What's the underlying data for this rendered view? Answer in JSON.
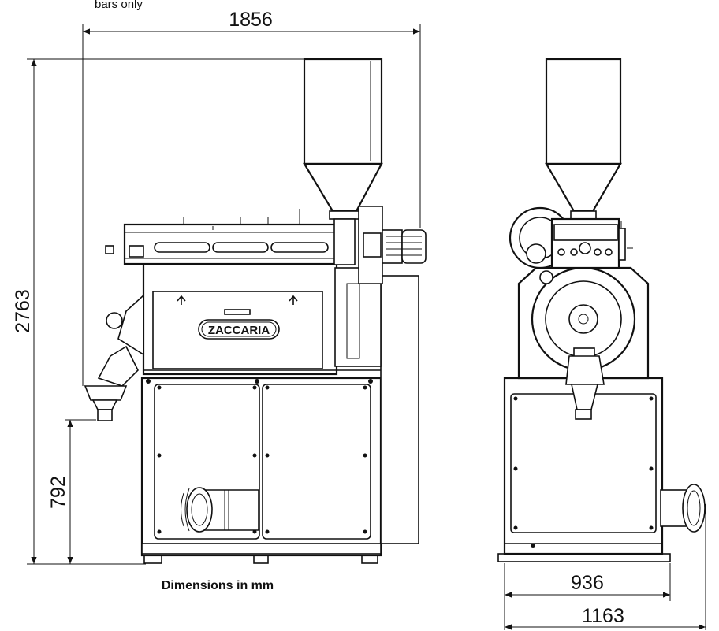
{
  "top_note": "bars only",
  "dimensions": {
    "overall_width": "1856",
    "overall_height": "2763",
    "outlet_height": "792",
    "base_width": "936",
    "total_width": "1163"
  },
  "brand": "ZACCARIA",
  "caption": "Dimensions in mm",
  "colors": {
    "line": "#111111",
    "background": "#ffffff"
  }
}
